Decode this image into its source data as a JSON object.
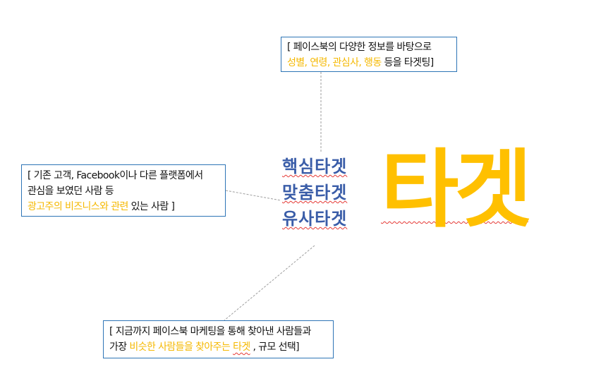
{
  "big_title": "타겟",
  "center_terms": [
    "핵심타겟",
    "맞춤타겟",
    "유사타겟"
  ],
  "callout_top": {
    "line1": "[ 페이스북의 다양한 정보를 바탕으로",
    "line2_highlight": "성별, 연령, 관심사, 행동",
    "line2_rest": " 등을 타겟팅]"
  },
  "callout_left": {
    "line1": "[ 기존 고객, Facebook이나 다른 플랫폼에서",
    "line2": "관심을 보였던 사람 등",
    "line3_highlight": "광고주의 비즈니스와 관련",
    "line3_rest": " 있는 사람 ]"
  },
  "callout_bottom": {
    "line1": "[ 지금까지 페이스북 마케팅을 통해 찾아낸 사람들과",
    "line2_pre": "가장 ",
    "line2_highlight1": "비슷한 사람들을 찾아주는 ",
    "line2_highlight2": "타겟",
    "line2_rest": " , 규모  선택]"
  },
  "colors": {
    "accent_yellow": "#ffc000",
    "term_blue": "#3a5da8",
    "box_border": "#2e75b6",
    "connector_gray": "#9e9e9e"
  }
}
